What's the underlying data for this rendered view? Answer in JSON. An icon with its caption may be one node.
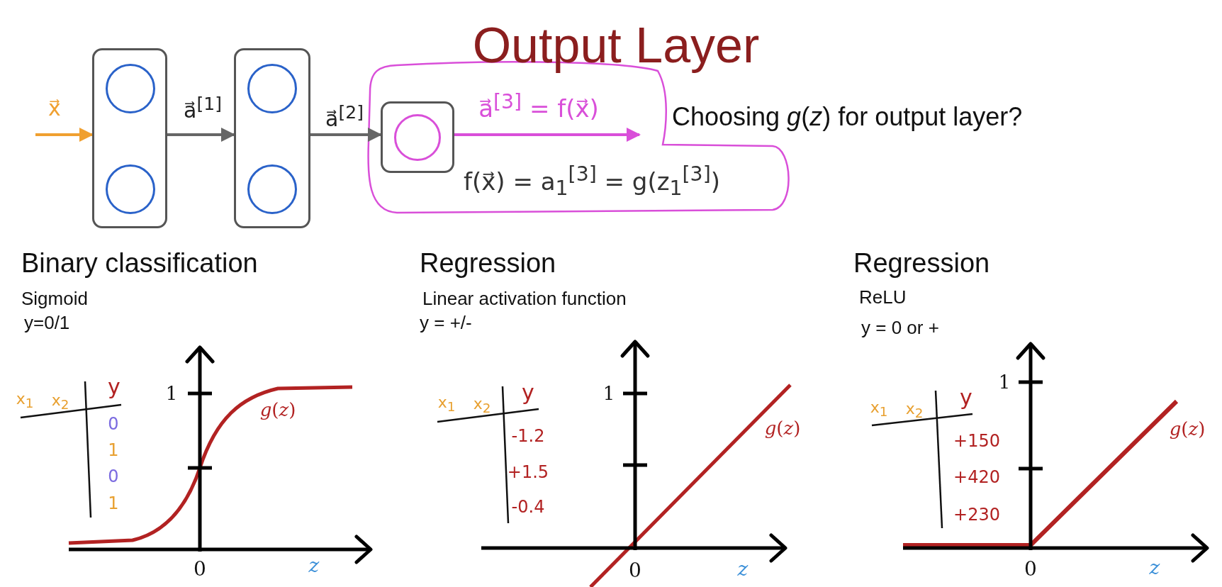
{
  "diagram": {
    "title": "Output Layer",
    "nodes": [
      {
        "text": [],
        "shape": "box"
      },
      {
        "text": [],
        "shape": "circle",
        "in": 0
      },
      {
        "text": [],
        "shape": "circle",
        "in": 0
      },
      {
        "text": [],
        "shape": "box"
      },
      {
        "text": [],
        "shape": "circle",
        "in": 3
      },
      {
        "text": [],
        "shape": "circle",
        "in": 3
      },
      {
        "text": [],
        "shape": "box"
      },
      {
        "text": [],
        "shape": "circle",
        "in": 6
      }
    ],
    "edges": [
      {
        "from": null,
        "to": 0,
        "arrow": "to",
        "label": "x⃗",
        "color": "#f0a030"
      },
      {
        "from": 0,
        "to": 3,
        "arrow": "to",
        "label": "a⃗$^{[1]}$"
      },
      {
        "from": 3,
        "to": 6,
        "arrow": "to",
        "label": "a⃗$^{[2]}$"
      },
      {
        "from": 6,
        "to": null,
        "arrow": "to",
        "label": "a⃗$^{[3]}$ = f(x⃗)",
        "color": "#d94fd9"
      }
    ],
    "labels": [
      "Choosing *g*(*z*) for output layer?",
      "f(x⃗) = a$_{1}$$^{[3]}$ = g(z$_{1}$$^{[3]}$)",
      "Binary classification",
      "Sigmoid",
      "y=0/1",
      "x$_{1}$",
      "x$_{2}$",
      "y",
      "0",
      "1",
      "0",
      "1",
      "1",
      "*g*(*z*)",
      "0",
      "*z*",
      "Regression",
      "Linear activation function",
      "y = +/-",
      "x$_{1}$",
      "x$_{2}$",
      "y",
      "-1.2",
      "+1.5",
      "-0.4",
      "1",
      "*g*(*z*)",
      "0",
      "*z*",
      "Regression",
      "ReLU",
      "y = 0 or +",
      "x$_{1}$",
      "x$_{2}$",
      "y",
      "+150",
      "+420",
      "+230",
      "1",
      "*g*(*z*)",
      "0",
      "*z*"
    ]
  }
}
